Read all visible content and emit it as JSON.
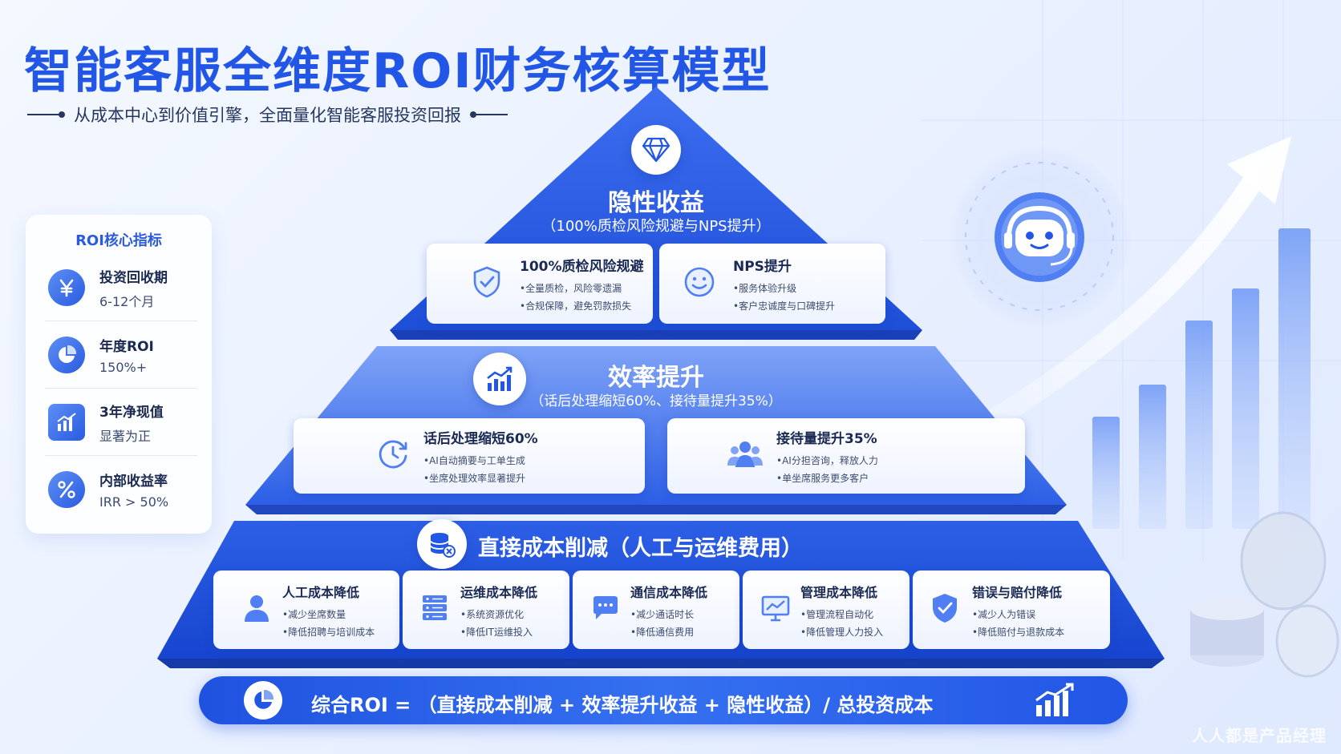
{
  "header": {
    "title": "智能客服全维度ROI财务核算模型",
    "subtitle": "从成本中心到价值引擎，全面量化智能客服投资回报"
  },
  "metrics": {
    "title": "ROI核心指标",
    "items": [
      {
        "label": "投资回收期",
        "value": "6-12个月",
        "icon": "yen-icon"
      },
      {
        "label": "年度ROI",
        "value": "150%+",
        "icon": "pie-chart-icon"
      },
      {
        "label": "3年净现值",
        "value": "显著为正",
        "icon": "bar-chart-icon"
      },
      {
        "label": "内部收益率",
        "value": "IRR > 50%",
        "icon": "percent-icon"
      }
    ]
  },
  "pyramid": {
    "top": {
      "title": "隐性收益",
      "subtitle": "（100%质检风险规避与NPS提升）",
      "icon": "diamond-icon",
      "cards": [
        {
          "title": "100%质检风险规避",
          "bullets": [
            "•全量质检，风险零遗漏",
            "•合规保障，避免罚款损失"
          ],
          "icon": "shield-check-icon"
        },
        {
          "title": "NPS提升",
          "bullets": [
            "•服务体验升级",
            "•客户忠诚度与口碑提升"
          ],
          "icon": "smile-icon"
        }
      ]
    },
    "middle": {
      "title": "效率提升",
      "subtitle": "（话后处理缩短60%、接待量提升35%）",
      "icon": "growth-chart-icon",
      "cards": [
        {
          "title": "话后处理缩短60%",
          "bullets": [
            "•AI自动摘要与工单生成",
            "•坐席处理效率显著提升"
          ],
          "icon": "clock-cycle-icon"
        },
        {
          "title": "接待量提升35%",
          "bullets": [
            "•AI分担咨询，释放人力",
            "•单坐席服务更多客户"
          ],
          "icon": "team-icon"
        }
      ]
    },
    "bottom": {
      "title": "直接成本削减（人工与运维费用）",
      "icon": "database-cost-icon",
      "cards": [
        {
          "title": "人工成本降低",
          "bullets": [
            "•减少坐席数量",
            "•降低招聘与培训成本"
          ],
          "icon": "person-icon"
        },
        {
          "title": "运维成本降低",
          "bullets": [
            "•系统资源优化",
            "•降低IT运维投入"
          ],
          "icon": "server-icon"
        },
        {
          "title": "通信成本降低",
          "bullets": [
            "•减少通话时长",
            "•降低通信费用"
          ],
          "icon": "chat-icon"
        },
        {
          "title": "管理成本降低",
          "bullets": [
            "•管理流程自动化",
            "•降低管理人力投入"
          ],
          "icon": "monitor-icon"
        },
        {
          "title": "错误与赔付降低",
          "bullets": [
            "•减少人为错误",
            "•降低赔付与退款成本"
          ],
          "icon": "shield-check-icon"
        }
      ]
    }
  },
  "formula": {
    "text": "综合ROI = （直接成本削减 + 效率提升收益 + 隐性收益）/ 总投资成本",
    "left_icon": "pie-chart-icon",
    "right_icon": "growth-chart-icon"
  },
  "watermark": "人人都是产品经理",
  "colors": {
    "primary": "#2256e6",
    "dark": "#1b2a55",
    "light": "#eef3ff"
  }
}
